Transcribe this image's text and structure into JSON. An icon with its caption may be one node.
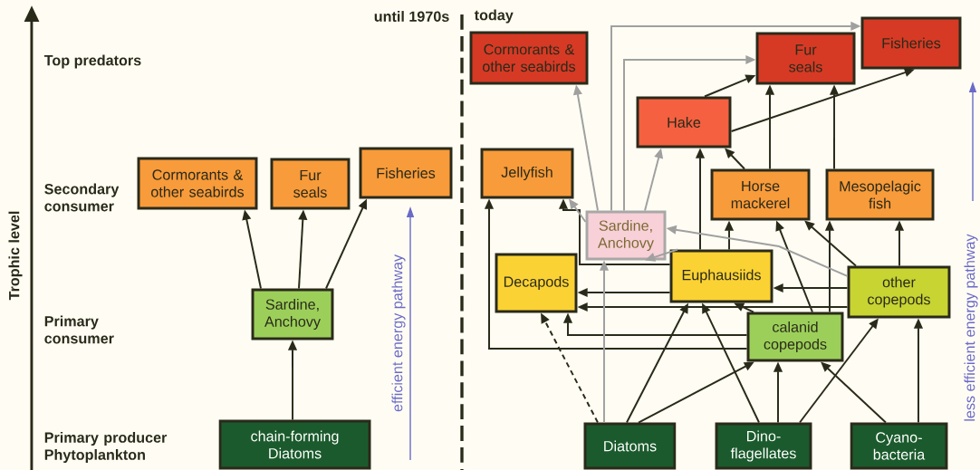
{
  "diagram": {
    "nodes": [
      {
        "text": [
          "Cormorants & other seabirds"
        ]
      },
      {
        "text": [
          "Fur seals"
        ]
      },
      {
        "text": [
          "Fisheries"
        ]
      },
      {
        "text": [
          "Sardine, Anchovy"
        ]
      },
      {
        "text": [
          "chain-forming Diatoms"
        ]
      },
      {
        "text": [
          "Cormorants & other seabirds"
        ]
      },
      {
        "text": [
          "Fur seals"
        ]
      },
      {
        "text": [
          "Fisheries"
        ]
      },
      {
        "text": [
          "Hake"
        ]
      },
      {
        "text": [
          "Jellyfish"
        ]
      },
      {
        "text": [
          "Horse mackerel"
        ]
      },
      {
        "text": [
          "Mesopelagic fish"
        ]
      },
      {
        "text": [
          "Sardine, Anchovy"
        ]
      },
      {
        "text": [
          "Decapods"
        ]
      },
      {
        "text": [
          "Euphausiids"
        ]
      },
      {
        "text": [
          "other copepods"
        ]
      },
      {
        "text": [
          "calanid copepods"
        ]
      },
      {
        "text": [
          "Diatoms"
        ]
      },
      {
        "text": [
          "Dino- flagellates"
        ]
      },
      {
        "text": [
          "Cyano- bacteria"
        ]
      }
    ],
    "edges": [
      {
        "from": 3,
        "to": 0,
        "arrow": "to"
      },
      {
        "from": 3,
        "to": 1,
        "arrow": "to"
      },
      {
        "from": 3,
        "to": 2,
        "arrow": "to"
      },
      {
        "from": 4,
        "to": 3,
        "arrow": "to"
      },
      {
        "from": 8,
        "to": 6,
        "arrow": "to"
      },
      {
        "from": 8,
        "to": 7,
        "arrow": "to"
      },
      {
        "from": 10,
        "to": 8,
        "arrow": "to"
      },
      {
        "from": 10,
        "to": 6,
        "arrow": "to"
      },
      {
        "from": 11,
        "to": 6,
        "arrow": "to"
      },
      {
        "from": 14,
        "to": 8,
        "arrow": "to"
      },
      {
        "from": 14,
        "to": 10,
        "arrow": "to"
      },
      {
        "from": 16,
        "to": 10,
        "arrow": "to"
      },
      {
        "from": 16,
        "to": 11,
        "arrow": "to"
      },
      {
        "from": 15,
        "to": 10,
        "arrow": "to"
      },
      {
        "from": 15,
        "to": 11,
        "arrow": "to"
      },
      {
        "from": 16,
        "to": 14,
        "arrow": "to"
      },
      {
        "from": 15,
        "to": 14,
        "arrow": "to"
      },
      {
        "from": 15,
        "to": 13,
        "arrow": "to"
      },
      {
        "from": 14,
        "to": 13,
        "arrow": "to"
      },
      {
        "from": 14,
        "to": 9,
        "arrow": "to"
      },
      {
        "from": 16,
        "to": 13,
        "arrow": "to"
      },
      {
        "from": 16,
        "to": 9,
        "arrow": "to"
      },
      {
        "from": 17,
        "to": 13,
        "arrow": "to",
        "style": "dashed"
      },
      {
        "from": 17,
        "to": 12,
        "arrow": "to",
        "color": "#a0a0a0"
      },
      {
        "from": 17,
        "to": 14,
        "arrow": "to"
      },
      {
        "from": 17,
        "to": 16,
        "arrow": "to"
      },
      {
        "from": 18,
        "to": 14,
        "arrow": "to"
      },
      {
        "from": 18,
        "to": 16,
        "arrow": "to"
      },
      {
        "from": 18,
        "to": 15,
        "arrow": "to"
      },
      {
        "from": 19,
        "to": 16,
        "arrow": "to"
      },
      {
        "from": 19,
        "to": 15,
        "arrow": "to"
      },
      {
        "from": 14,
        "to": 12,
        "arrow": "to",
        "color": "#a0a0a0"
      },
      {
        "from": 15,
        "to": 12,
        "arrow": "to",
        "color": "#a0a0a0"
      },
      {
        "from": 12,
        "to": 5,
        "arrow": "to",
        "color": "#a0a0a0"
      },
      {
        "from": 12,
        "to": 7,
        "arrow": "to",
        "color": "#a0a0a0"
      },
      {
        "from": 12,
        "to": 6,
        "arrow": "to",
        "color": "#a0a0a0"
      },
      {
        "from": 12,
        "to": 8,
        "arrow": "to",
        "color": "#a0a0a0"
      },
      {
        "from": 12,
        "to": 9,
        "arrow": "to",
        "color": "#a0a0a0"
      }
    ],
    "labels": [
      "until 1970s",
      "today",
      "Top predators",
      "Secondary consumer",
      "Trophic level",
      "efficient energy pathway",
      "less efficient energy pathway",
      "Primary consumer",
      "Primary producer Phytoplankton"
    ]
  }
}
